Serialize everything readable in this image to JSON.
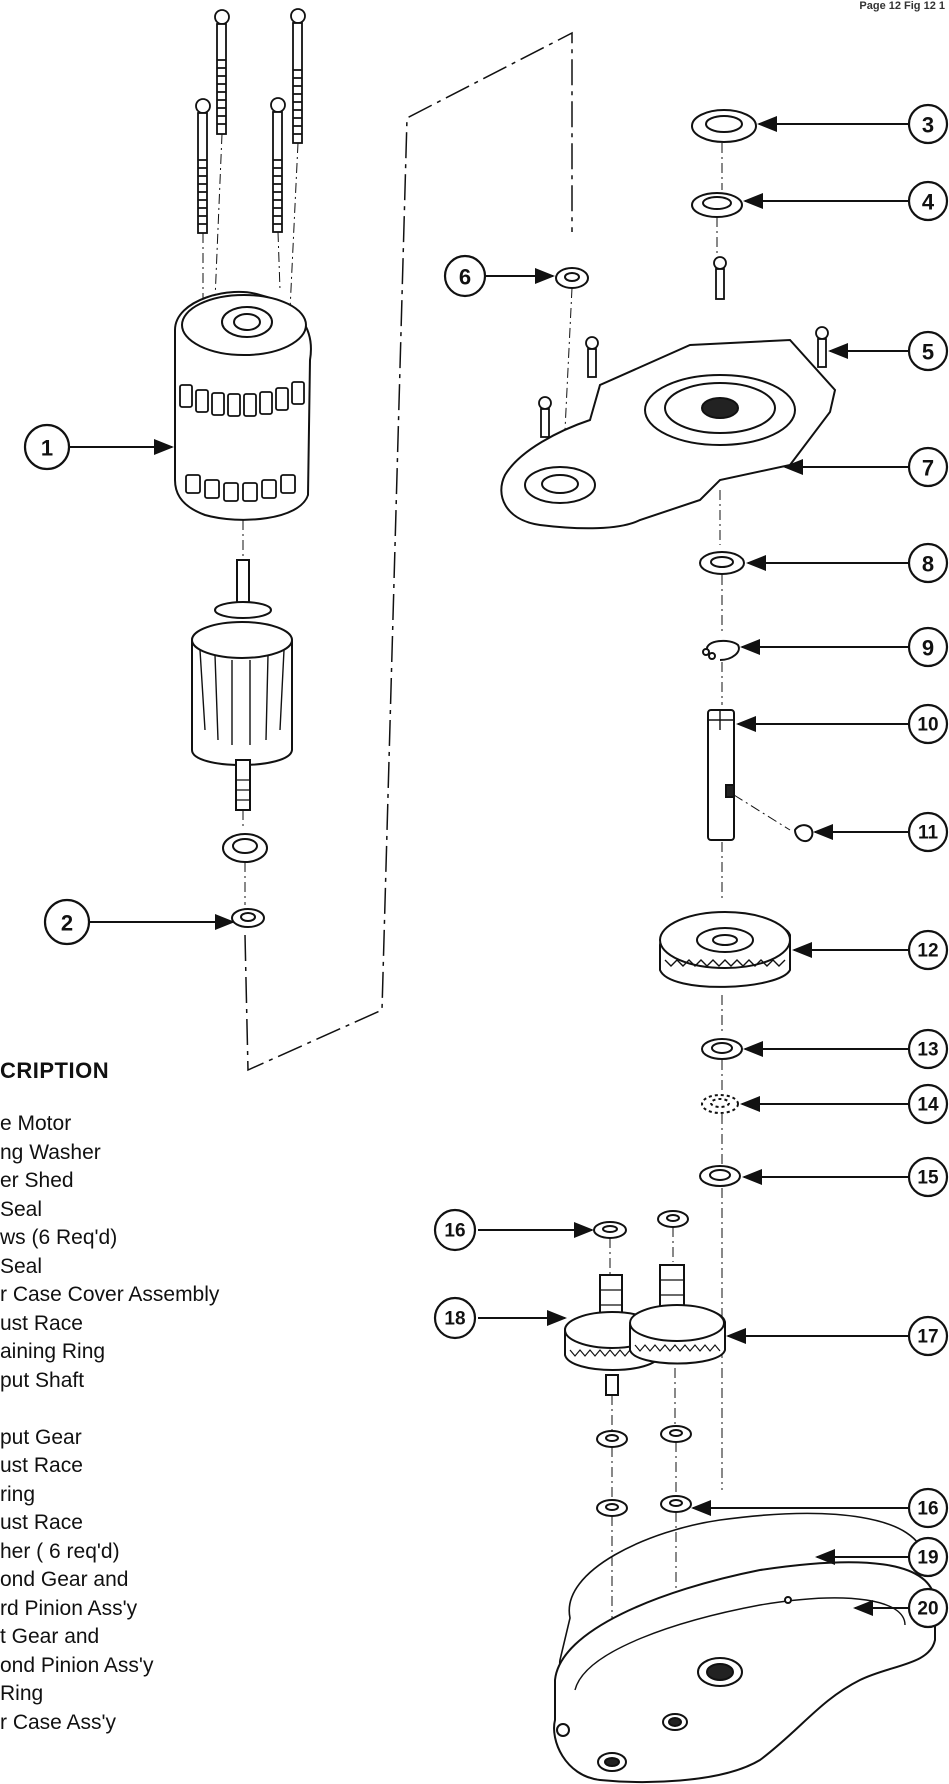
{
  "page_ref": "Page 12 Fig 12 1",
  "description_title": "CRIPTION",
  "description_lines": [
    "e Motor",
    "ng Washer",
    "er Shed",
    "Seal",
    "ws (6 Req'd)",
    "Seal",
    "r Case Cover Assembly",
    "ust Race",
    "aining Ring",
    "put Shaft",
    "",
    "put Gear",
    "ust Race",
    "ring",
    "ust Race",
    "her ( 6 req'd)",
    "ond Gear and",
    "rd Pinion Ass'y",
    "t Gear and",
    "ond Pinion Ass'y",
    " Ring",
    "r Case Ass'y"
  ],
  "callouts": {
    "c1": "1",
    "c2": "2",
    "c3": "3",
    "c4": "4",
    "c5": "5",
    "c6": "6",
    "c7": "7",
    "c8": "8",
    "c9": "9",
    "c10": "10",
    "c11": "11",
    "c12": "12",
    "c13": "13",
    "c14": "14",
    "c15": "15",
    "c16a": "16",
    "c16b": "16",
    "c17": "17",
    "c18": "18",
    "c19": "19",
    "c20": "20"
  }
}
